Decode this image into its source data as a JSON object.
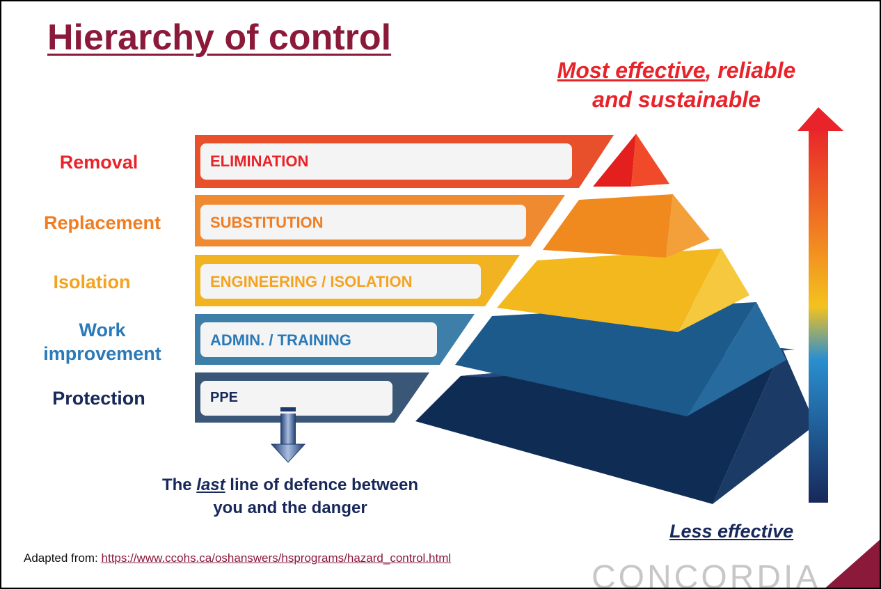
{
  "title": "Hierarchy of control",
  "top_note": {
    "part1": "Most effective",
    "part2": ", reliable",
    "line2": "and sustainable"
  },
  "levels": [
    {
      "label": "Removal",
      "bar": "ELIMINATION",
      "color": "#e8232a"
    },
    {
      "label": "Replacement",
      "bar": "SUBSTITUTION",
      "color": "#f07d22"
    },
    {
      "label": "Isolation",
      "bar": "ENGINEERING / ISOLATION",
      "color": "#f4a321"
    },
    {
      "label_line1": "Work",
      "label_line2": "improvement",
      "bar": "ADMIN. / TRAINING",
      "color": "#2a79b8"
    },
    {
      "label": "Protection",
      "bar": "PPE",
      "color": "#17285a"
    }
  ],
  "bottom_note": {
    "pre": "The ",
    "em": "last",
    "post": " line of defence between",
    "line2": "you and the danger"
  },
  "less_effective": "Less effective",
  "source": {
    "prefix": "Adapted from: ",
    "url": "https://www.ccohs.ca/oshanswers/hsprograms/hazard_control.html"
  },
  "logo": "CONCORDIA"
}
